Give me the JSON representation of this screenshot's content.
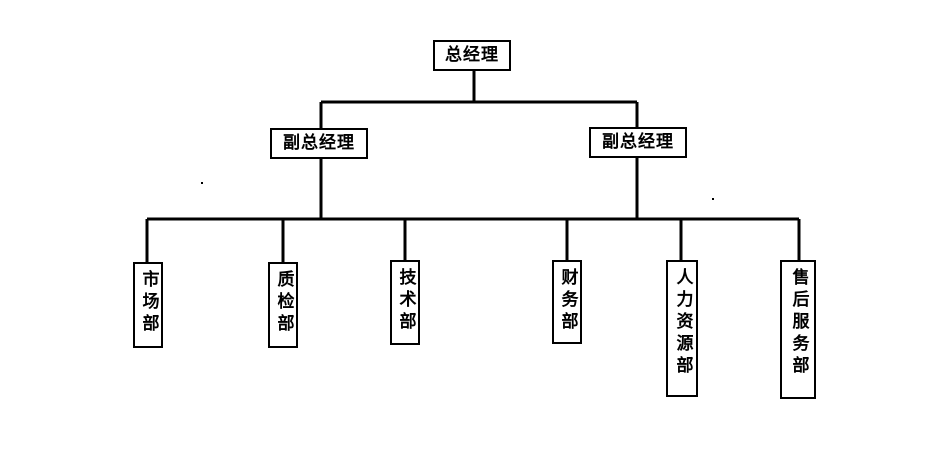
{
  "org_chart": {
    "ceo": "总经理",
    "vice_left": "副总经理",
    "vice_right": "副总经理",
    "departments": [
      "市场部",
      "质检部",
      "技术部",
      "财务部",
      "人力资源部",
      "售后服务部"
    ]
  },
  "colors": {
    "line": "#000000",
    "box_border": "#000000",
    "text": "#000000"
  }
}
